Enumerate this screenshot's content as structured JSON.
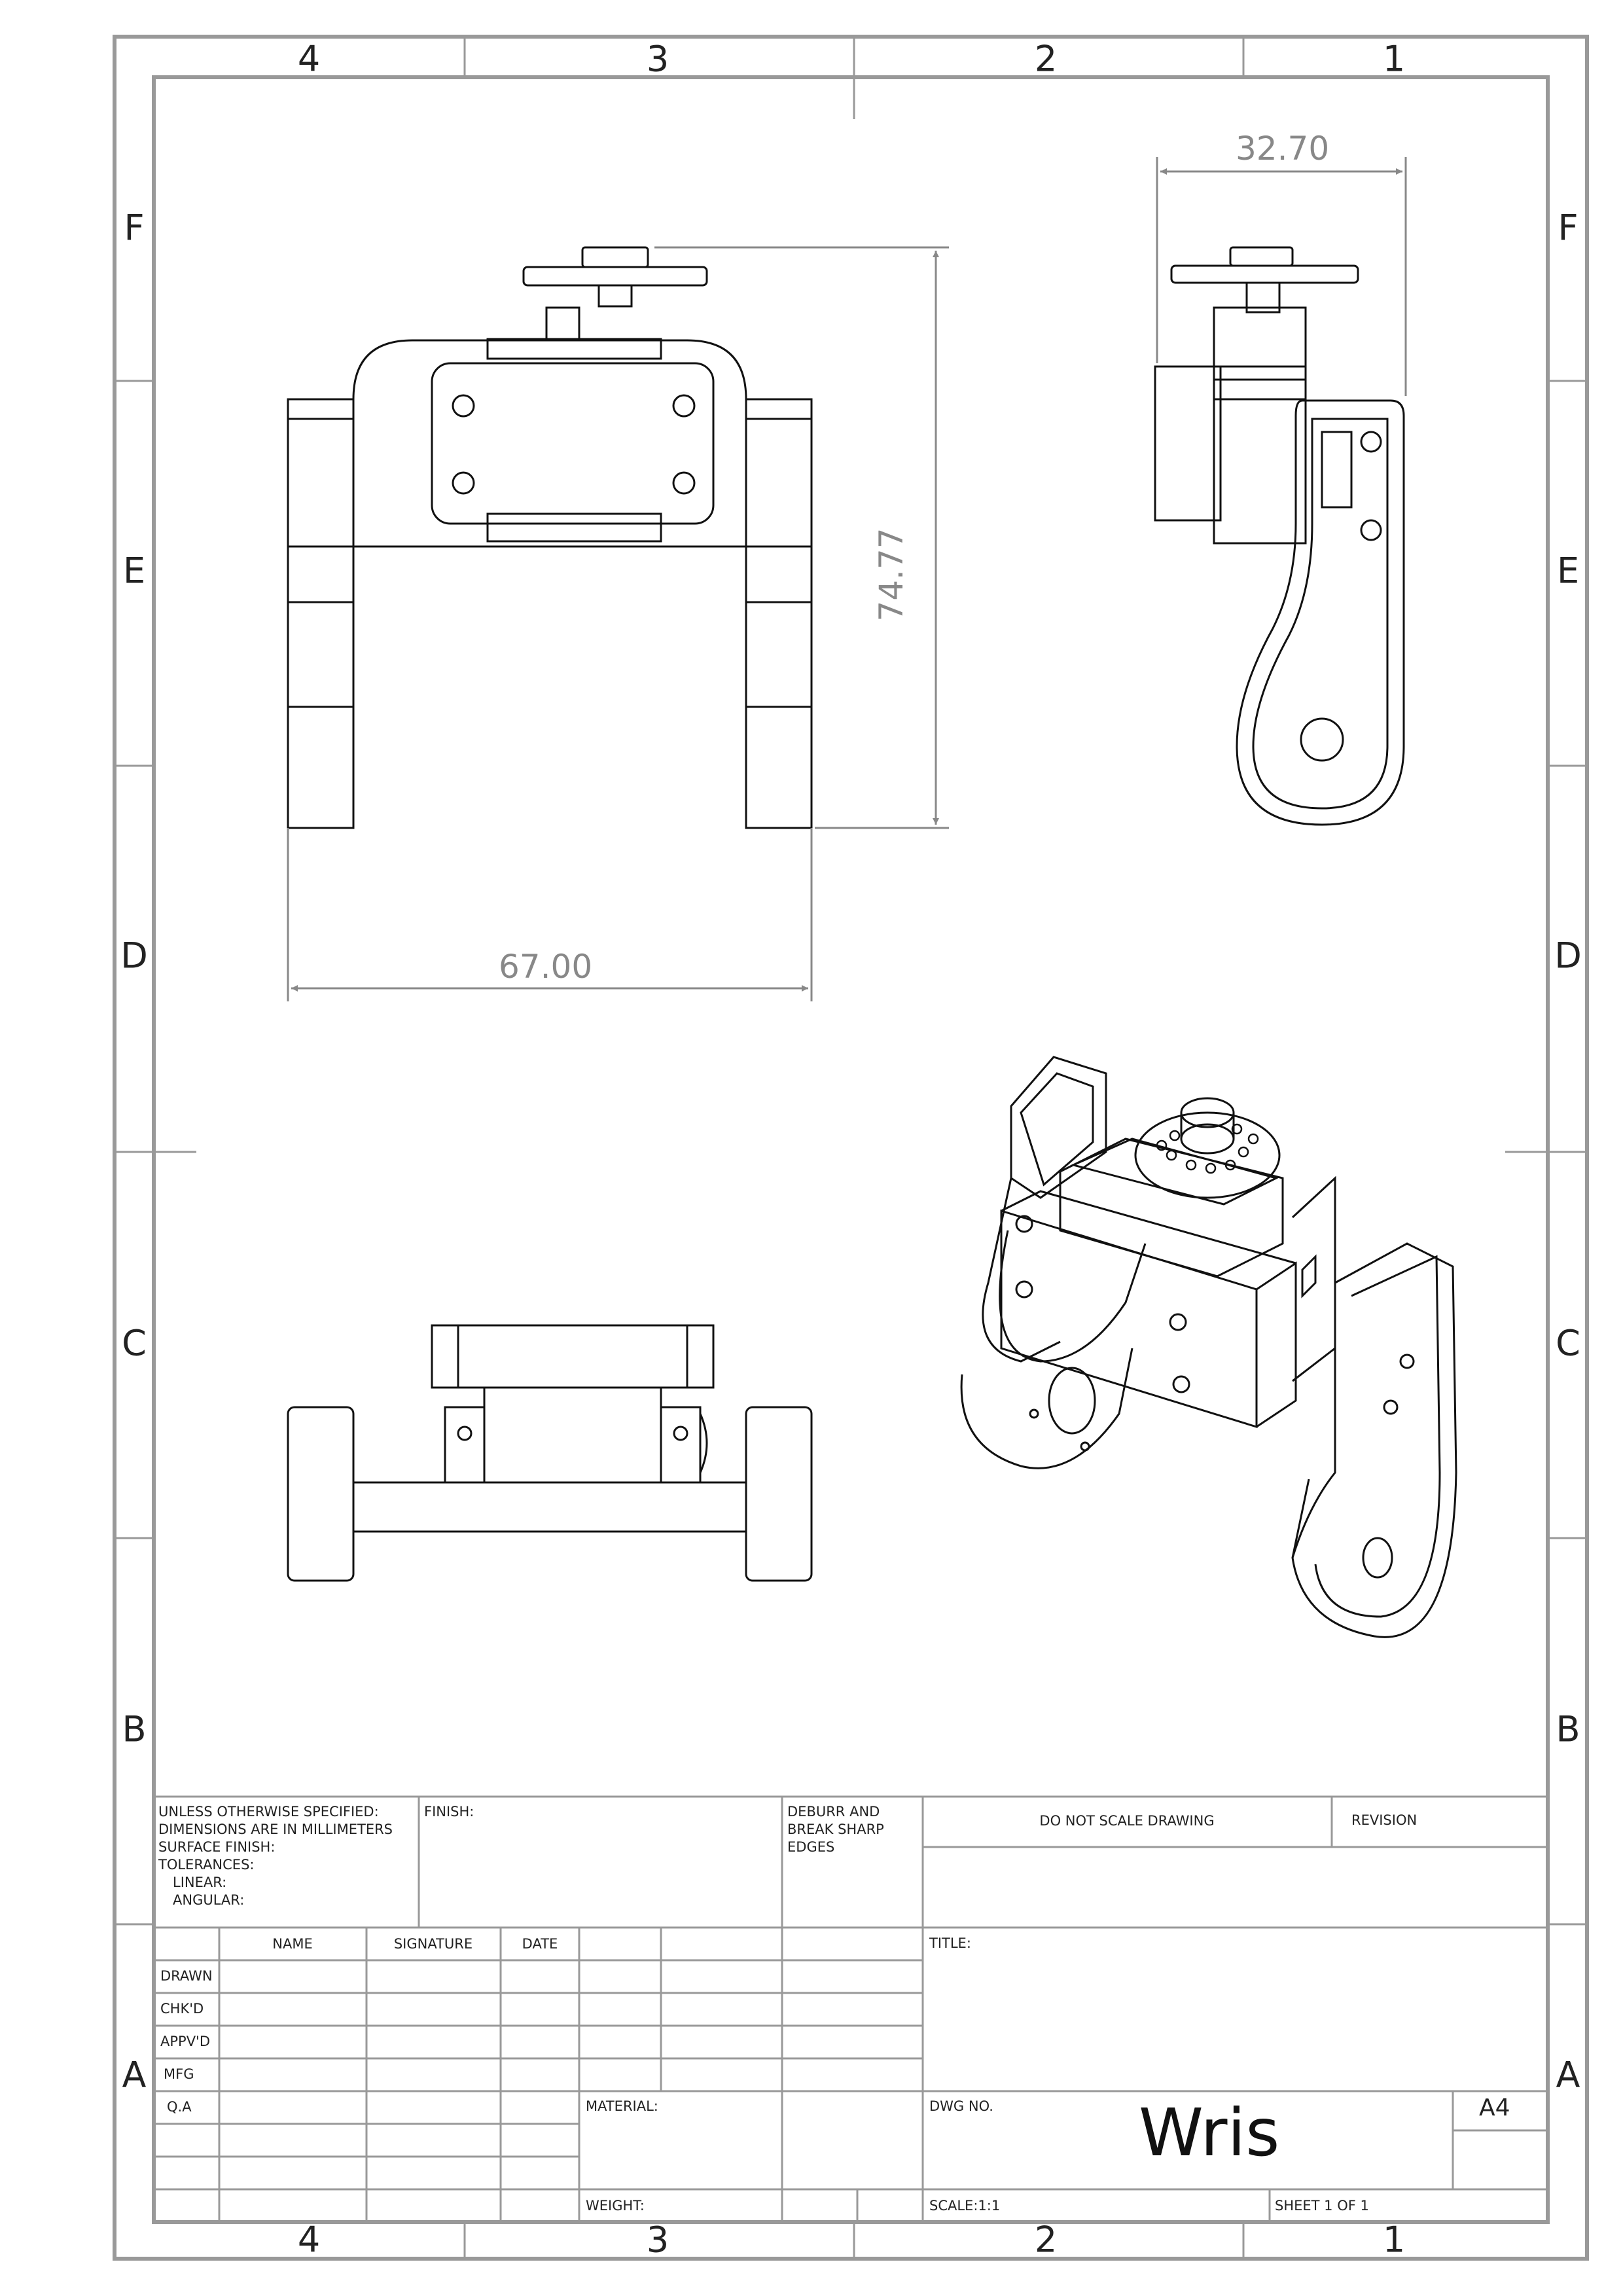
{
  "frame": {
    "col_labels": [
      "4",
      "3",
      "2",
      "1"
    ],
    "row_labels": [
      "F",
      "E",
      "D",
      "C",
      "B",
      "A"
    ]
  },
  "dimensions": {
    "width": "67.00",
    "height": "74.77",
    "side_width": "32.70"
  },
  "title_block": {
    "notes": [
      "UNLESS OTHERWISE SPECIFIED:",
      "DIMENSIONS ARE IN MILLIMETERS",
      "SURFACE FINISH:",
      "TOLERANCES:",
      "   LINEAR:",
      "   ANGULAR:"
    ],
    "finish_label": "FINISH:",
    "deburr": [
      "DEBURR AND",
      "BREAK SHARP",
      "EDGES"
    ],
    "do_not_scale": "DO NOT SCALE DRAWING",
    "revision_label": "REVISION",
    "headers": {
      "name": "NAME",
      "signature": "SIGNATURE",
      "date": "DATE"
    },
    "roles": [
      "DRAWN",
      "CHK'D",
      "APPV'D",
      "MFG",
      "Q.A"
    ],
    "title_label": "TITLE:",
    "material_label": "MATERIAL:",
    "weight_label": "WEIGHT:",
    "dwg_no_label": "DWG NO.",
    "drawing_name": "Wris",
    "sheet_size": "A4",
    "scale": "SCALE:1:1",
    "sheet": "SHEET 1 OF 1"
  }
}
